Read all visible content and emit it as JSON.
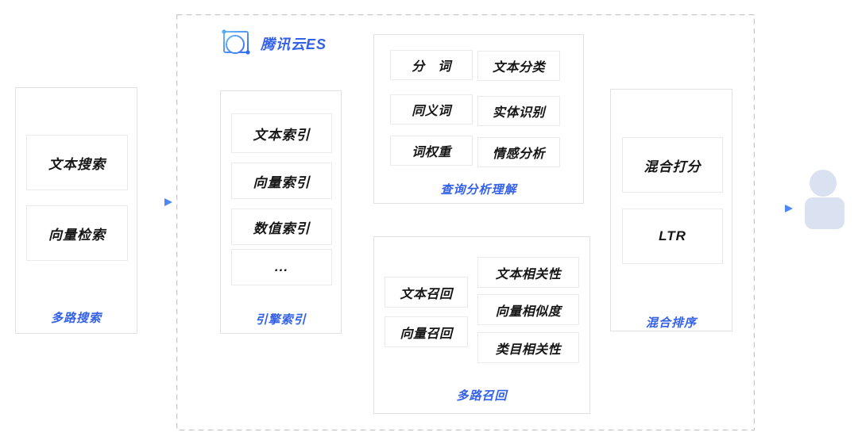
{
  "header": {
    "brand": "腾讯云ES"
  },
  "panels": {
    "multi_search": {
      "label": "多路搜索",
      "items": [
        "文本搜索",
        "向量检索"
      ]
    },
    "engine_index": {
      "label": "引擎索引",
      "items": [
        "文本索引",
        "向量索引",
        "数值索引",
        "..."
      ]
    },
    "query_analysis": {
      "label": "查询分析理解",
      "left_items": [
        "分　词",
        "同义词",
        "词权重"
      ],
      "right_items": [
        "文本分类",
        "实体识别",
        "情感分析"
      ]
    },
    "multi_recall": {
      "label": "多路召回",
      "left_items": [
        "文本召回",
        "向量召回"
      ],
      "right_items": [
        "文本相关性",
        "向量相似度",
        "类目相关性"
      ]
    },
    "hybrid_ranking": {
      "label": "混合排序",
      "items": [
        "混合打分",
        "LTR"
      ]
    }
  },
  "icons": {
    "logo": "tencent-es-logo-icon",
    "flow_arrow": "arrow-right-icon",
    "user": "user-icon"
  },
  "colors": {
    "accent_blue": "#3361E8",
    "arrow_blue": "#4C87F5",
    "person_fill": "#DAE1F0",
    "panel_border": "#E1E1E1",
    "item_border": "#EAEAEA",
    "dashed_border": "#C9C9C9",
    "text_black": "#161616"
  }
}
